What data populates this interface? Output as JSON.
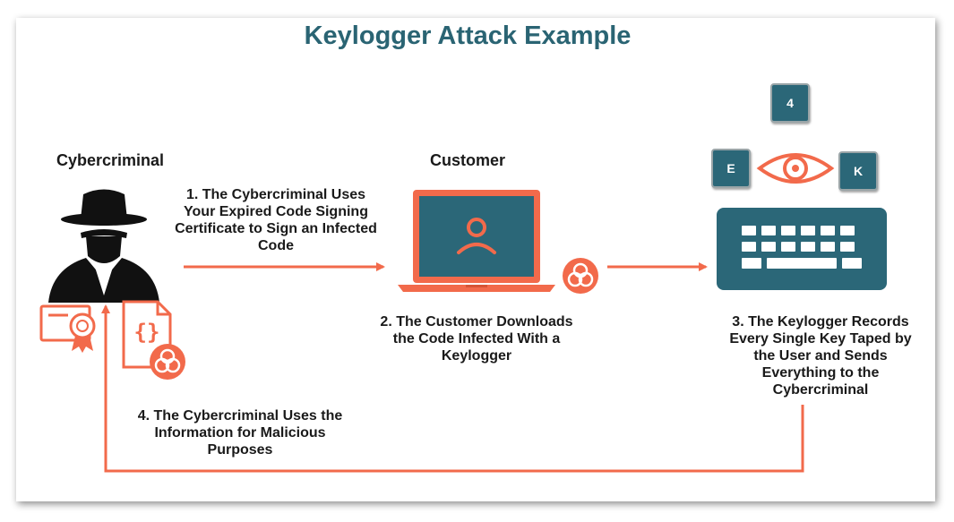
{
  "title": "Keylogger Attack Example",
  "actors": {
    "cybercriminal": "Cybercriminal",
    "customer": "Customer"
  },
  "steps": {
    "step1": [
      "1. The Cybercriminal Uses",
      "Your Expired Code Signing",
      "Certificate to Sign an Infected",
      "Code"
    ],
    "step2": [
      "2. The Customer Downloads",
      "the Code Infected With a",
      "Keylogger"
    ],
    "step3": [
      "3. The Keylogger Records",
      "Every Single Key Taped by",
      "the User and Sends",
      "Everything to the",
      "Cybercriminal"
    ],
    "step4": [
      "4. The Cybercriminal Uses the",
      "Information for Malicious",
      "Purposes"
    ]
  },
  "keys": [
    "4",
    "E",
    "K"
  ],
  "code_braces": "{}",
  "icons": [
    "hacker-icon",
    "certificate-icon",
    "code-file-icon",
    "biohazard-icon",
    "laptop-icon",
    "user-icon",
    "eye-icon",
    "keyboard-icon"
  ],
  "colors": {
    "accent": "#f26a4b",
    "teal": "#2b6778",
    "title": "#2a6473",
    "dark": "#111111"
  }
}
